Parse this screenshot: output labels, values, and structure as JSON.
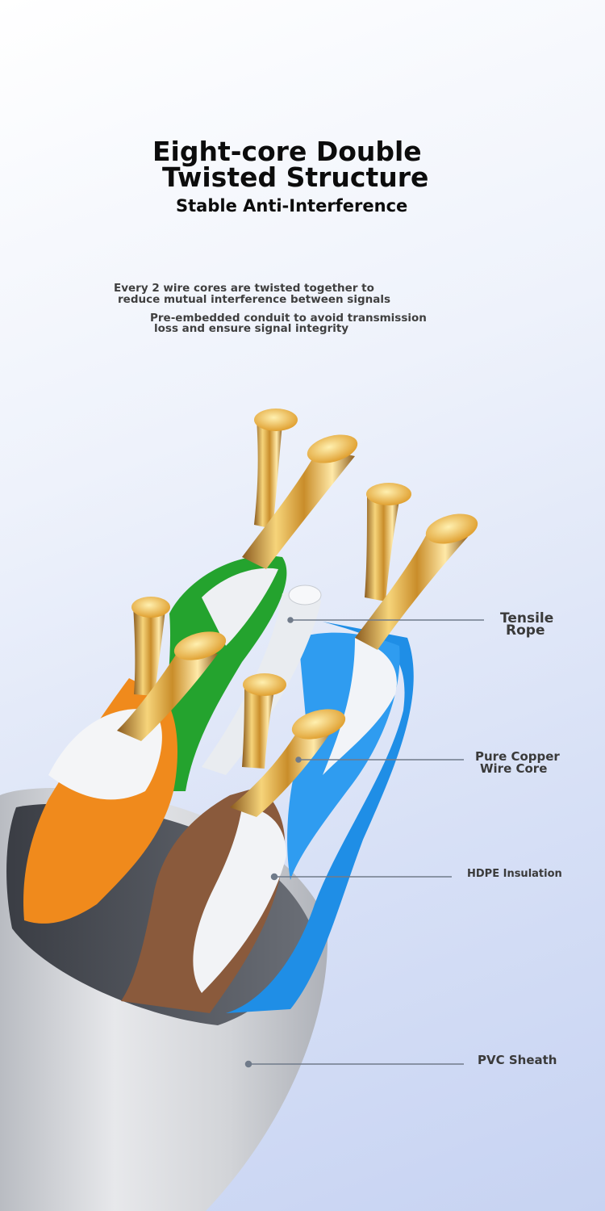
{
  "headline": {
    "line1": "Eight-core Double",
    "line2": "Twisted Structure",
    "subtitle": "Stable Anti-Interference"
  },
  "descriptions": {
    "twist_line1": "Every 2 wire cores are twisted together to",
    "twist_line2": "reduce mutual interference between signals",
    "conduit_line1": "Pre-embedded conduit to avoid transmission",
    "conduit_line2": "loss and ensure signal integrity"
  },
  "callouts": {
    "tensile_rope_1": "Tensile",
    "tensile_rope_2": "Rope",
    "copper_1": "Pure Copper",
    "copper_2": "Wire Core",
    "hdpe": "HDPE Insulation",
    "pvc": "PVC Sheath"
  },
  "colors": {
    "green_pair": "#24a32e",
    "blue_pair": "#1f8ee6",
    "orange_pair": "#f08a1c",
    "brown_pair": "#8a5a3c",
    "copper": "#e3a93a",
    "sheath": "#d4d6da"
  }
}
